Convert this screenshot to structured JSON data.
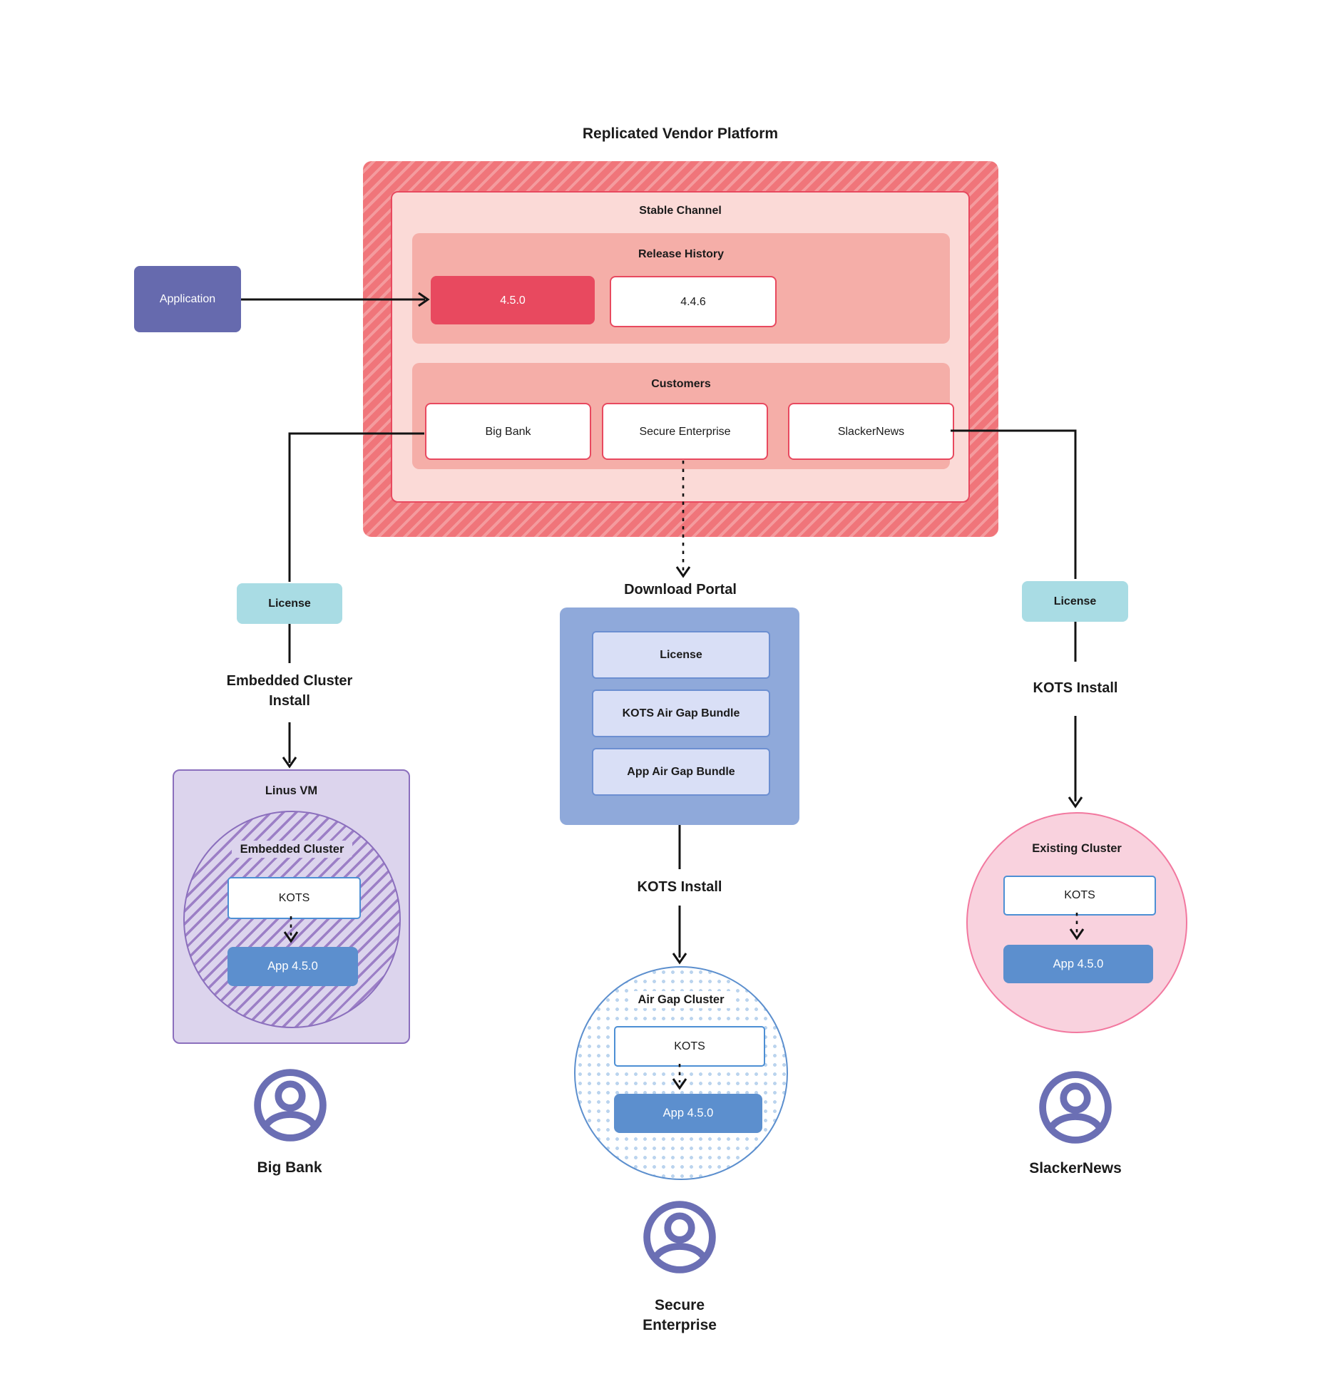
{
  "title": "Replicated Vendor Platform",
  "platform": {
    "stable_channel": "Stable Channel",
    "release_history": {
      "label": "Release History",
      "releases": [
        "4.5.0",
        "4.4.6"
      ]
    },
    "customers": {
      "label": "Customers",
      "items": [
        "Big Bank",
        "Secure Enterprise",
        "SlackerNews"
      ]
    }
  },
  "application_label": "Application",
  "left_branch": {
    "license": "License",
    "install_line1": "Embedded Cluster",
    "install_line2": "Install",
    "vm_label": "Linus VM",
    "cluster_label": "Embedded Cluster",
    "kots": "KOTS",
    "app": "App 4.5.0",
    "persona": "Big Bank"
  },
  "middle_branch": {
    "portal_title": "Download Portal",
    "portal_items": [
      "License",
      "KOTS Air Gap Bundle",
      "App Air Gap Bundle"
    ],
    "install": "KOTS Install",
    "cluster_label": "Air Gap Cluster",
    "kots": "KOTS",
    "app": "App 4.5.0",
    "persona_line1": "Secure",
    "persona_line2": "Enterprise"
  },
  "right_branch": {
    "license": "License",
    "install": "KOTS Install",
    "cluster_label": "Existing Cluster",
    "kots": "KOTS",
    "app": "App 4.5.0",
    "persona": "SlackerNews"
  },
  "colors": {
    "red-hatch-base": "#F0757A",
    "red-hatch-stripe": "#F49B9E",
    "red-accent": "#E8495F",
    "pink-light": "#FBDAD7",
    "salmon": "#F5AEA8",
    "indigo": "#666AAE",
    "teal": "#A9DCE4",
    "portal-blue": "#8FA9DA",
    "portal-item-bg": "#D9DFF6",
    "portal-item-border": "#6C8FD1",
    "lavender": "#DCD4ED",
    "purple-border": "#8B6FBD",
    "purple-stripe": "#9C7FC6",
    "kots-border": "#4D8FD4",
    "app-blue": "#5C8FCE",
    "dot-blue": "#BBD4EE",
    "existing-bg": "#F9D2DE",
    "existing-border": "#F2789F",
    "person-indigo": "#6B6FB4",
    "line-dark": "#131313",
    "text-dark": "#1B1B1B"
  }
}
